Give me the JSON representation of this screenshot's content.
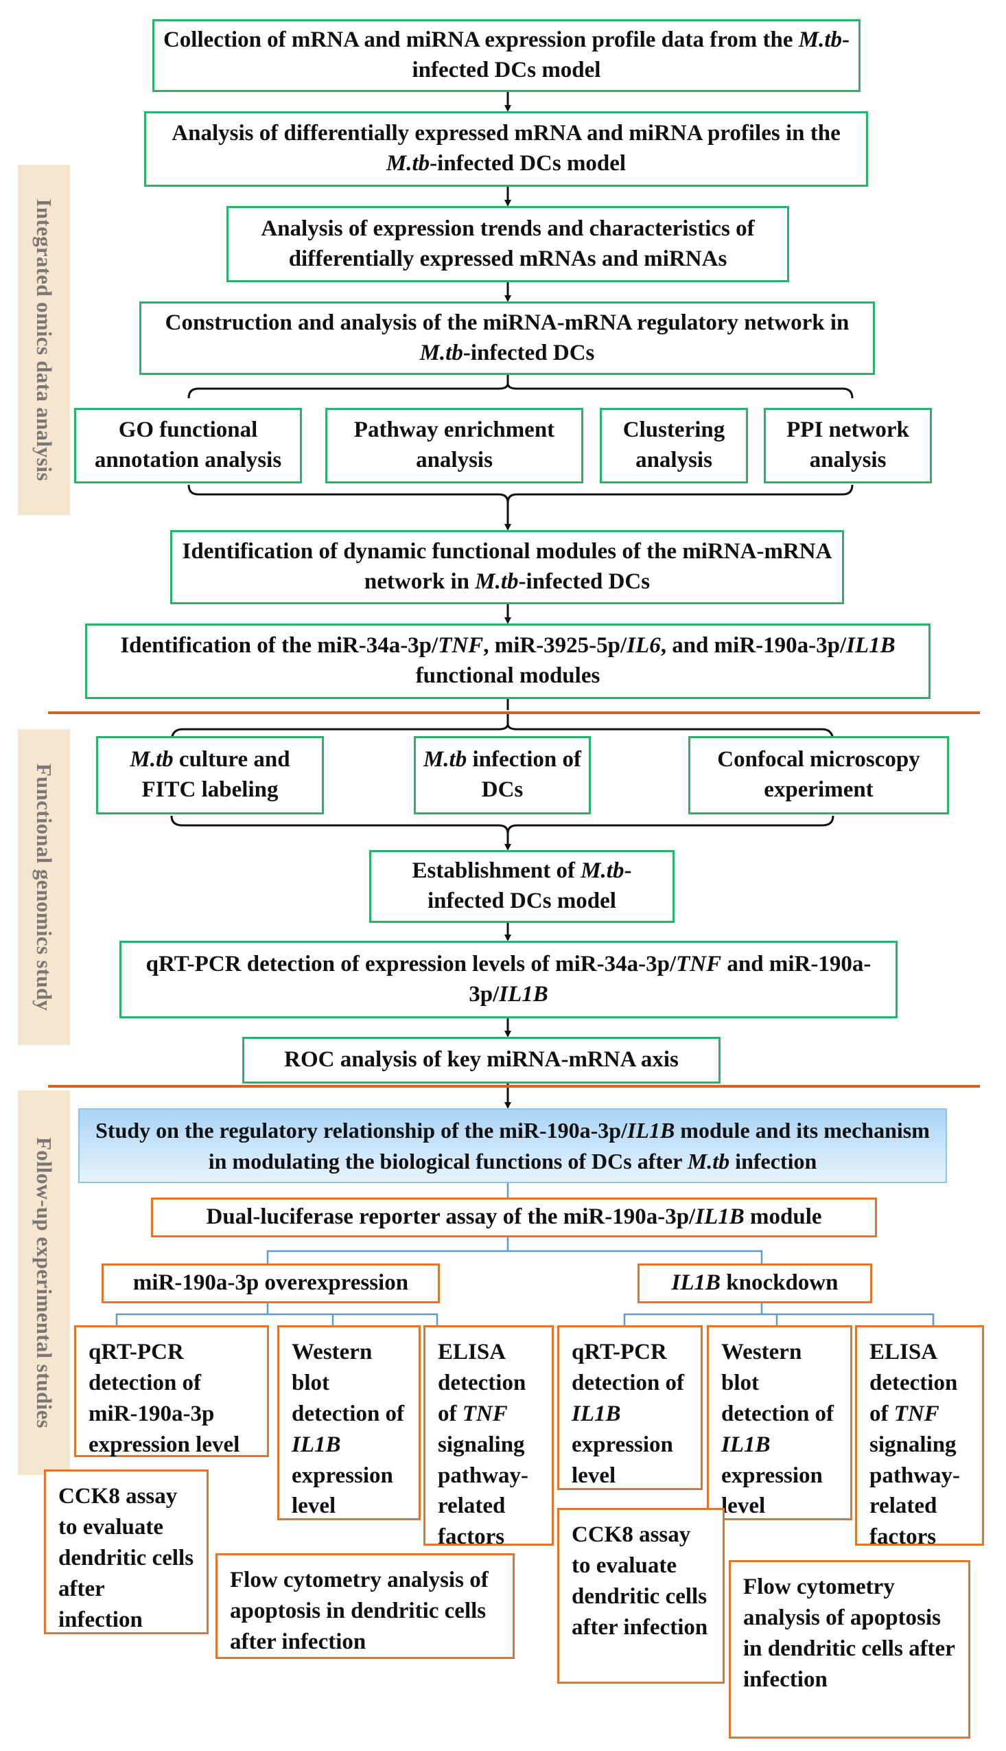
{
  "side_labels": {
    "omics": "Integrated omics data analysis",
    "genomics": "Functional genomics study",
    "followup": "Follow-up experimental studies"
  },
  "boxes": {
    "collection": "Collection of mRNA and miRNA expression profile data from the M.tb-infected DCs model",
    "diff_analysis": "Analysis of differentially expressed mRNA and miRNA profiles in the M.tb-infected DCs model",
    "trends": "Analysis of expression trends and characteristics of differentially expressed mRNAs and miRNAs",
    "network": "Construction and analysis of the miRNA-mRNA regulatory network in M.tb-infected DCs",
    "go": "GO functional annotation analysis",
    "pathway": "Pathway enrichment analysis",
    "clustering": "Clustering analysis",
    "ppi": "PPI network analysis",
    "dynamic": "Identification of dynamic functional modules of the miRNA-mRNA network in M.tb-infected DCs",
    "modules": "Identification of the miR-34a-3p/TNF, miR-3925-5p/IL6, and miR-190a-3p/IL1B functional modules",
    "culture": "M.tb culture and FITC labeling",
    "infection": "M.tb infection of DCs",
    "confocal": "Confocal microscopy experiment",
    "establish": "Establishment of M.tb-infected DCs model",
    "qrt_detect": "qRT-PCR detection of expression levels of miR-34a-3p/TNF and miR-190a-3p/IL1B",
    "roc": "ROC analysis of key miRNA-mRNA axis",
    "study": "Study on the regulatory relationship of the miR-190a-3p/IL1B module and its mechanism in modulating the biological functions of DCs after M.tb infection",
    "luciferase": "Dual-luciferase reporter assay of the miR-190a-3p/IL1B module",
    "overexp": "miR-190a-3p overexpression",
    "knockdown": "IL1B knockdown",
    "l_qrt": "qRT-PCR detection of miR-190a-3p expression level",
    "l_wb": "Western blot detection of IL1B expression level",
    "l_elisa": "ELISA detection of TNF signaling pathway-related factors",
    "l_cck8": "CCK8 assay to evaluate dendritic cells after infection",
    "l_flow": "Flow cytometry analysis of apoptosis in dendritic cells after infection",
    "r_qrt": "qRT-PCR detection of IL1B expression level",
    "r_wb": "Western blot detection of IL1B expression level",
    "r_elisa": "ELISA detection of TNF signaling pathway-related factors",
    "r_cck8": "CCK8 assay to evaluate dendritic cells after infection",
    "r_flow": "Flow cytometry analysis of apoptosis in dendritic cells after infection"
  },
  "colors": {
    "green_border": "#27b36a",
    "orange_border": "#e0762b",
    "divider": "#d9631e",
    "blue_line": "#5b9bd5",
    "side_bg": "#f6e6cf",
    "highlight_top": "#a9d4f5"
  }
}
